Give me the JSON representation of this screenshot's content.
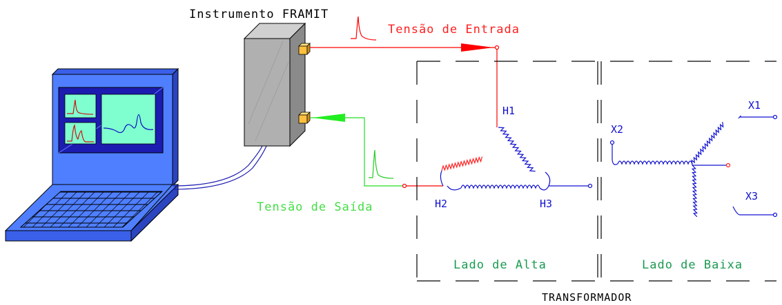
{
  "labels": {
    "instrument": "Instrumento FRAMIT",
    "input_voltage": "Tensão de Entrada",
    "output_voltage": "Tensão de Saída",
    "high_side": "Lado de Alta",
    "low_side": "Lado de Baixa",
    "transformer": "TRANSFORMADOR",
    "h1": "H1",
    "h2": "H2",
    "h3": "H3",
    "x1": "X1",
    "x2": "X2",
    "x3": "X3"
  },
  "colors": {
    "input_signal": "#ff0000",
    "output_signal": "#22dd22",
    "winding": "#1010d0",
    "winding_red": "#ff2020",
    "side_label": "#1a9a50",
    "laptop_body": "#4f7fff",
    "laptop_screen": "#1c1cb0",
    "screen_panel": "#7fffd0",
    "instrument_box": "#b0b0b0",
    "connector": "#ffc040",
    "dash": "#000000"
  }
}
